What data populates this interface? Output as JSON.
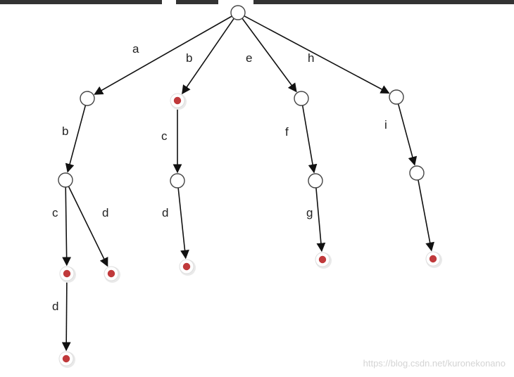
{
  "colors": {
    "edge": "#111111",
    "node_stroke": "#444444",
    "node_fill": "#ffffff",
    "terminal_dot": "#c0393b",
    "terminal_halo": "#e9e9e9"
  },
  "nodes": [
    {
      "id": "root",
      "terminal": false
    },
    {
      "id": "a",
      "terminal": false
    },
    {
      "id": "ab",
      "terminal": false
    },
    {
      "id": "abc",
      "terminal": true
    },
    {
      "id": "abcd",
      "terminal": true
    },
    {
      "id": "abd",
      "terminal": true
    },
    {
      "id": "b",
      "terminal": true
    },
    {
      "id": "bc",
      "terminal": false
    },
    {
      "id": "bcd",
      "terminal": true
    },
    {
      "id": "e",
      "terminal": false
    },
    {
      "id": "ef",
      "terminal": false
    },
    {
      "id": "efg",
      "terminal": true
    },
    {
      "id": "h",
      "terminal": false
    },
    {
      "id": "hi",
      "terminal": false
    },
    {
      "id": "hi_end",
      "terminal": true
    }
  ],
  "edges": [
    {
      "from": "root",
      "to": "a",
      "label": "a"
    },
    {
      "from": "root",
      "to": "b",
      "label": "b"
    },
    {
      "from": "root",
      "to": "e",
      "label": "e"
    },
    {
      "from": "root",
      "to": "h",
      "label": "h"
    },
    {
      "from": "a",
      "to": "ab",
      "label": "b"
    },
    {
      "from": "ab",
      "to": "abc",
      "label": "c"
    },
    {
      "from": "ab",
      "to": "abd",
      "label": "d"
    },
    {
      "from": "abc",
      "to": "abcd",
      "label": "d"
    },
    {
      "from": "b",
      "to": "bc",
      "label": "c"
    },
    {
      "from": "bc",
      "to": "bcd",
      "label": "d"
    },
    {
      "from": "e",
      "to": "ef",
      "label": "f"
    },
    {
      "from": "ef",
      "to": "efg",
      "label": "g"
    },
    {
      "from": "h",
      "to": "hi",
      "label": "i"
    },
    {
      "from": "hi",
      "to": "hi_end",
      "label": ""
    }
  ],
  "watermark": "https://blog.csdn.net/kuronekonano"
}
